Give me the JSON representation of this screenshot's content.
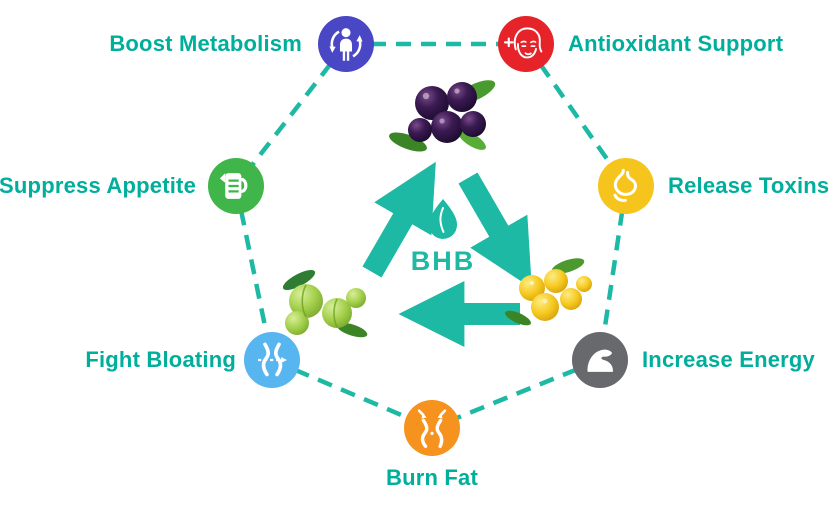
{
  "diagram": {
    "center_label": "BHB",
    "accent_color": "#1db9a4"
  },
  "benefits": [
    {
      "label": "Boost Metabolism",
      "icon": "metabolism-person-cycle-icon",
      "color": "#4a47c4"
    },
    {
      "label": "Antioxidant Support",
      "icon": "woman-face-icon",
      "color": "#e52328"
    },
    {
      "label": "Suppress Appetite",
      "icon": "pitcher-icon",
      "color": "#3fb54a"
    },
    {
      "label": "Release Toxins",
      "icon": "stomach-icon",
      "color": "#f6c51d"
    },
    {
      "label": "Fight Bloating",
      "icon": "slim-waist-arrow-icon",
      "color": "#57b5ef"
    },
    {
      "label": "Increase Energy",
      "icon": "flex-bicep-icon",
      "color": "#68696c"
    },
    {
      "label": "Burn Fat",
      "icon": "slim-waist-flames-icon",
      "color": "#f6921e"
    }
  ],
  "fruits": [
    "acai-berries",
    "garcinia-cambogia-fruits",
    "yellow-fruits"
  ]
}
